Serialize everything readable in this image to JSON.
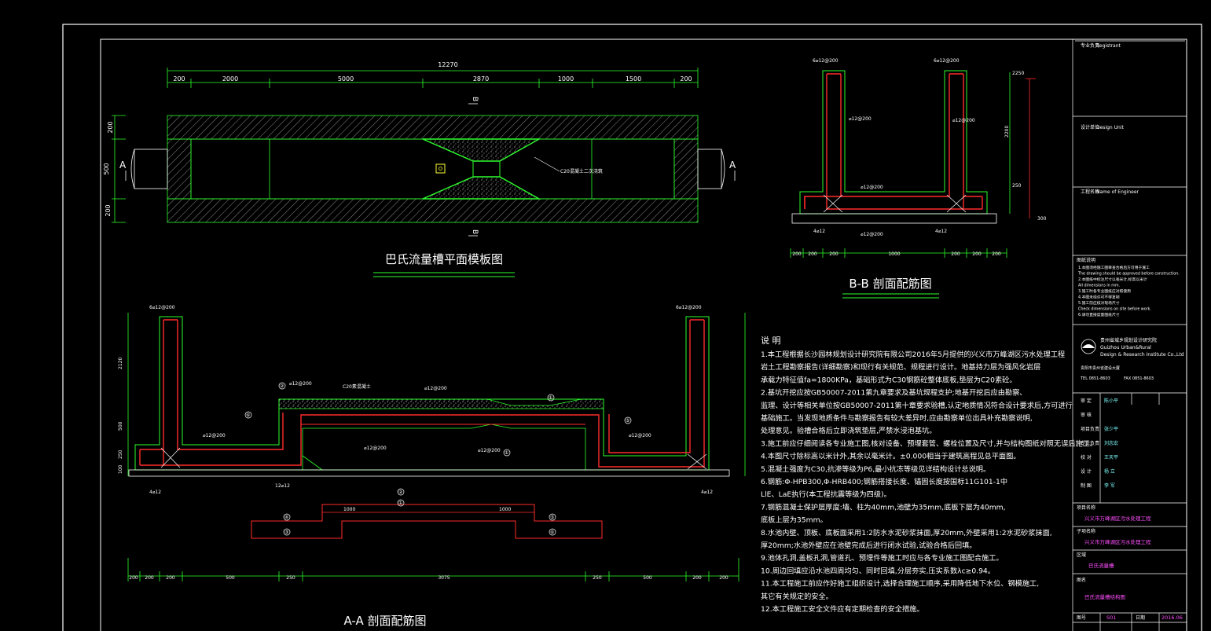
{
  "plan": {
    "title": "巴氏流量槽平面模板图",
    "dims_top_total": "12270",
    "dims_top": [
      "200",
      "2000",
      "5000",
      "2870",
      "1000",
      "1500",
      "200"
    ],
    "dims_left": [
      "200",
      "500",
      "200"
    ],
    "section_letter_a": "A",
    "section_letter_b": "B",
    "note": "C20混凝土二次浇筑"
  },
  "bb": {
    "title": "B-B 剖面配筋图",
    "rebar_top_left": "6⌀12@200",
    "rebar_top_right": "6⌀12@200",
    "rebar_wall_l": "⌀12@200",
    "rebar_wall_r": "⌀12@200",
    "rebar_mid": "⌀12@200",
    "rebar_bot": "⌀12@200",
    "rebar_bot_l": "4⌀12",
    "rebar_bot_r": "4⌀12",
    "dims_bottom": [
      "200",
      "200",
      "200",
      "1000",
      "200",
      "200",
      "200"
    ],
    "elev": [
      "2250",
      "2200",
      "250",
      "300"
    ]
  },
  "aa": {
    "title": "A-A 剖面配筋图",
    "rebar_l": "6⌀12@200",
    "rebar_r": "6⌀12@200",
    "label_c20": "C20素混凝土",
    "rebar_mid1": "⌀12@200",
    "rebar_mid2": "⌀12@200",
    "rebar_low": "⌀12@200",
    "rebar_low2": "⌀12@200",
    "rebar_side_l": "⌀12@200",
    "rebar_side_r": "⌀12@200",
    "rebar_foot_l": "4⌀12",
    "rebar_foot_r": "4⌀12",
    "label_12": "12⌀12",
    "dims_bottom": [
      "200",
      "200",
      "200",
      "500",
      "250",
      "3075",
      "250",
      "500",
      "200",
      "200"
    ],
    "elev": [
      "2120",
      "500",
      "250",
      "100"
    ],
    "callouts": [
      "①",
      "②",
      "③",
      "④",
      "⑤",
      "⑥"
    ],
    "detail_dims": [
      "1000",
      "1000"
    ]
  },
  "notes": {
    "heading": "说  明",
    "lines": [
      "1.本工程根据长沙园林规划设计研究院有限公司2016年5月提供的兴义市万峰湖区污水处理工程",
      "  岩土工程勘察报告(详细勘察)和现行有关规范、规程进行设计。地基持力层为强风化岩层",
      "  承载力特征值fa=1800KPa，基础形式为C30钢筋砼整体底板,垫层为C20素砼。",
      "2.基坑开挖应按GB50007-2011第九章要求及基坑规程支护;地基开挖后应由勘察、",
      "  监理、设计等相关单位按GB50007-2011第十章要求验槽,认定地质情况符合设计要求后,方可进行",
      "  基础施工。当发现地质条件与勘察报告有较大差异时,应由勘察单位出具补充勘察说明,",
      "  处理意见。验槽合格后立即浇筑垫层,严禁水浸泡基坑。",
      "3.施工前应仔细阅读各专业施工图,核对设备、预埋套管、螺栓位置及尺寸,并与结构图纸对照无误后施工。",
      "4.本图尺寸除标高以米计外,其余以毫米计。±0.000相当于建筑高程见总平面图。",
      "5.混凝土强度为C30,抗渗等级为P6,最小抗冻等级见详结构设计总说明。",
      "6.钢筋:Φ-HPB300,Φ-HRB400;钢筋搭接长度、锚固长度按国标11G101-1中",
      "  LlE、LaE执行(本工程抗震等级为四级)。",
      "7.钢筋混凝土保护层厚度:墙、柱为40mm,池壁为35mm,底板下层为40mm,",
      "  底板上层为35mm。",
      "8.水池内壁、顶板、底板面采用1:2防水水泥砂浆抹面,厚20mm,外壁采用1:2水泥砂浆抹面,",
      "  厚20mm;水池外壁应在池壁完成后进行闭水试验,试验合格后回填。",
      "9.池体孔洞,盖板孔洞,管道孔、预埋件等施工时应与各专业施工图配合施工。",
      "10.周边回填应沿水池四周均匀、同时回填,分层夯实,压实系数λc≥0.94。",
      "11.本工程施工前应作好施工组织设计,选择合理施工顺序,采用降低地下水位、钢模施工,",
      "   其它有关规定的安全。",
      "12.本工程施工安全文件应有定期检查的安全措施。"
    ]
  },
  "titleblock": {
    "r1_label": "专业负责",
    "r1_val": "Registrant",
    "r2_label": "设计单位",
    "r2_val": "Design Unit",
    "r3_label": "工程名称",
    "r3_val": "Name of Engineer",
    "sheet_notes_label": "图纸说明",
    "sheet_notes": [
      "1.本图须经施工图审查合格后方可用于施工",
      "   The drawing should be approved before construction.",
      "2.本图纸中标注尺寸以毫米计,标高以米计",
      "   All dimensions in mm.",
      "3.施工时各专业图纸应对照使用",
      "4.本图未经许可不得复制",
      "5.施工前应核对现场尺寸",
      "   Check dimensions on site before work.",
      "6.请勿直接度量图纸尺寸"
    ],
    "company_cn": "贵州省城乡规划设计研究院",
    "company_en1": "Guizhou Urban&Rural",
    "company_en2": "Design & Research Institute Co.,Ltd",
    "company_addr": "贵阳市贵州省建设大厦",
    "company_tel": "TEL 0851-8603",
    "company_fax": "FAX 0851-8603",
    "sign_rows": [
      "审 定",
      "审 核",
      "项目负责",
      "专业负责",
      "校 对",
      "设 计",
      "制 图"
    ],
    "sign_names": [
      "陈小平",
      "",
      "张少平",
      "刘志宏",
      "王天平",
      "杨 立",
      "李 军"
    ],
    "proj_label": "项目名称",
    "proj_name": "兴义市万峰湖区污水处理工程",
    "sub_label": "子项名称",
    "sub_name": "兴义市万峰湖区污水处理工程",
    "area_label": "区域",
    "area_name": "巴氏流量槽",
    "draw_label": "图名",
    "draw_name": "巴氏流量槽结构图",
    "num_label": "图号",
    "num": "S01",
    "date_label": "日期",
    "date": "2016.06"
  }
}
